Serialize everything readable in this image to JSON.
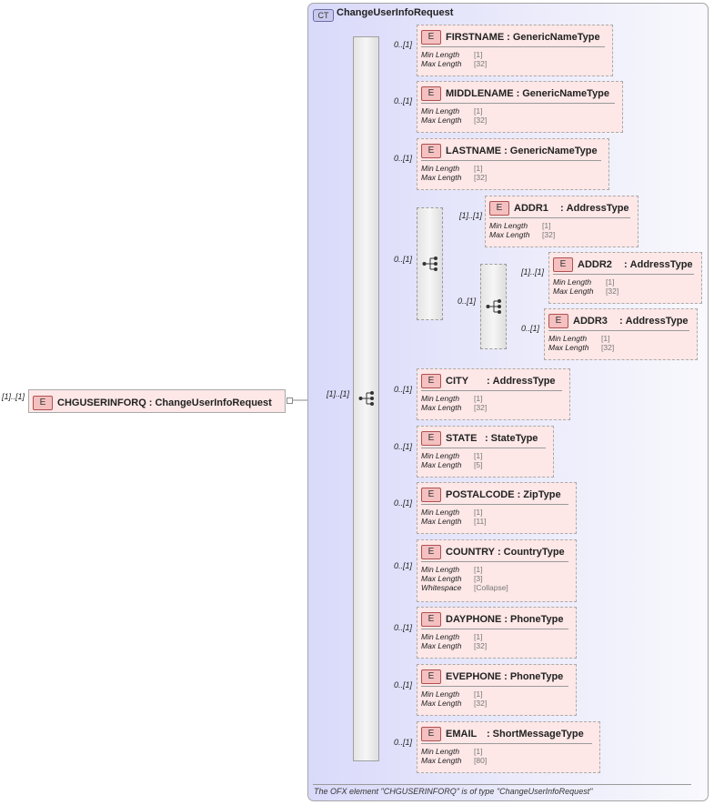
{
  "root": {
    "cardinality": "[1]..[1]",
    "badge": "E",
    "name": "CHGUSERINFORQ",
    "separator": ":",
    "type": "ChangeUserInfoRequest"
  },
  "complex_type": {
    "badge": "CT",
    "title": "ChangeUserInfoRequest",
    "sequence_cardinality": "[1]..[1]",
    "footer": "The OFX element \"CHGUSERINFORQ\" is of type \"ChangeUserInfoRequest\""
  },
  "labels": {
    "min_length": "Min Length",
    "max_length": "Max Length",
    "whitespace": "Whitespace"
  },
  "elements": [
    {
      "id": "firstname",
      "cardinality": "0..[1]",
      "name": "FIRSTNAME",
      "type": "GenericNameType",
      "min": "[1]",
      "max": "[32]"
    },
    {
      "id": "middlename",
      "cardinality": "0..[1]",
      "name": "MIDDLENAME",
      "type": "GenericNameType",
      "min": "[1]",
      "max": "[32]"
    },
    {
      "id": "lastname",
      "cardinality": "0..[1]",
      "name": "LASTNAME",
      "type": "GenericNameType",
      "min": "[1]",
      "max": "[32]"
    },
    {
      "id": "addr1",
      "cardinality": "[1]..[1]",
      "name": "ADDR1",
      "type": "AddressType",
      "min": "[1]",
      "max": "[32]"
    },
    {
      "id": "addr2",
      "cardinality": "[1]..[1]",
      "name": "ADDR2",
      "type": "AddressType",
      "min": "[1]",
      "max": "[32]"
    },
    {
      "id": "addr3",
      "cardinality": "0..[1]",
      "name": "ADDR3",
      "type": "AddressType",
      "min": "[1]",
      "max": "[32]"
    },
    {
      "id": "city",
      "cardinality": "0..[1]",
      "name": "CITY",
      "type": "AddressType",
      "min": "[1]",
      "max": "[32]"
    },
    {
      "id": "state",
      "cardinality": "0..[1]",
      "name": "STATE",
      "type": "StateType",
      "min": "[1]",
      "max": "[5]"
    },
    {
      "id": "postalcode",
      "cardinality": "0..[1]",
      "name": "POSTALCODE",
      "type": "ZipType",
      "min": "[1]",
      "max": "[11]"
    },
    {
      "id": "country",
      "cardinality": "0..[1]",
      "name": "COUNTRY",
      "type": "CountryType",
      "min": "[1]",
      "max": "[3]",
      "whitespace": "[Collapse]"
    },
    {
      "id": "dayphone",
      "cardinality": "0..[1]",
      "name": "DAYPHONE",
      "type": "PhoneType",
      "min": "[1]",
      "max": "[32]"
    },
    {
      "id": "evephone",
      "cardinality": "0..[1]",
      "name": "EVEPHONE",
      "type": "PhoneType",
      "min": "[1]",
      "max": "[32]"
    },
    {
      "id": "email",
      "cardinality": "0..[1]",
      "name": "EMAIL",
      "type": "ShortMessageType",
      "min": "[1]",
      "max": "[80]"
    }
  ],
  "choices": [
    {
      "id": "addr-seq",
      "cardinality": "0..[1]"
    },
    {
      "id": "addr-sub-seq",
      "cardinality": "0..[1]"
    }
  ],
  "icons": {
    "element": "element-badge",
    "complex_type": "complex-type-badge",
    "compositor": "sequence-compositor-icon"
  },
  "colors": {
    "element_fill": "#fde7e7",
    "element_badge": "#f4c0c0",
    "complex_type_fill": "#d9d9fb"
  }
}
